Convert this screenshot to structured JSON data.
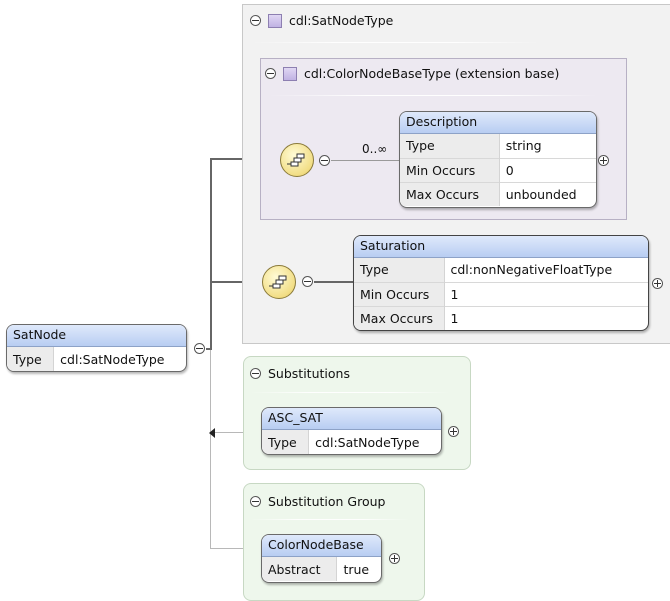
{
  "satnodetype": {
    "name": "cdl:SatNodeType"
  },
  "colornodebasetype": {
    "name": "cdl:ColorNodeBaseType (extension base)"
  },
  "description": {
    "title": "Description",
    "cardinality": "0..∞",
    "rows": [
      {
        "key": "Type",
        "value": "string"
      },
      {
        "key": "Min Occurs",
        "value": "0"
      },
      {
        "key": "Max Occurs",
        "value": "unbounded"
      }
    ]
  },
  "saturation": {
    "title": "Saturation",
    "rows": [
      {
        "key": "Type",
        "value": "cdl:nonNegativeFloatType"
      },
      {
        "key": "Min Occurs",
        "value": "1"
      },
      {
        "key": "Max Occurs",
        "value": "1"
      }
    ]
  },
  "satnode": {
    "title": "SatNode",
    "rows": [
      {
        "key": "Type",
        "value": "cdl:SatNodeType"
      }
    ]
  },
  "substitutions": {
    "label": "Substitutions",
    "item": {
      "title": "ASC_SAT",
      "rows": [
        {
          "key": "Type",
          "value": "cdl:SatNodeType"
        }
      ]
    }
  },
  "substitution_group": {
    "label": "Substitution Group",
    "item": {
      "title": "ColorNodeBase",
      "rows": [
        {
          "key": "Abstract",
          "value": "true"
        }
      ]
    }
  },
  "colors": {
    "panel_gray": "#f2f2f2",
    "panel_purple": "#ede9f1",
    "panel_green": "#eef7ec",
    "box_header": "#c4d6f5",
    "sequence_fill": "#f2de86"
  },
  "icons": [
    "collapse-icon",
    "expand-icon",
    "complex-type-icon",
    "sequence-icon",
    "arrowhead-icon"
  ]
}
